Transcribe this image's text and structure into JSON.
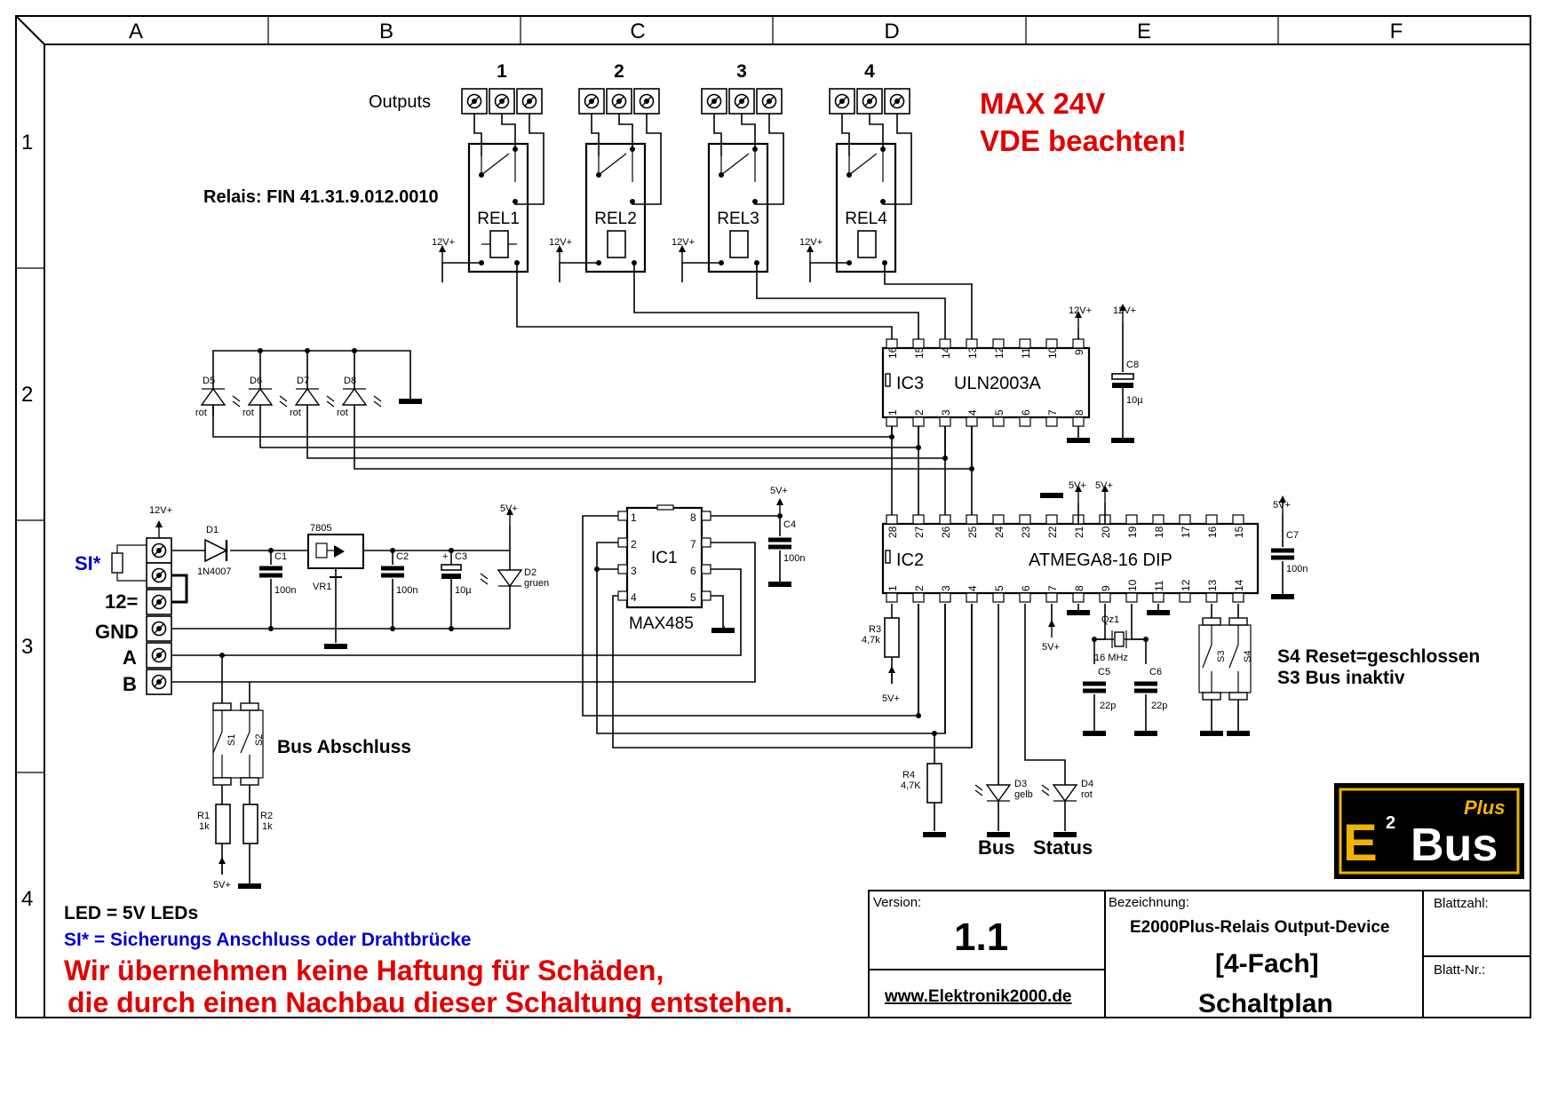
{
  "frame": {
    "columns": [
      "A",
      "B",
      "C",
      "D",
      "E",
      "F"
    ],
    "rows": [
      "1",
      "2",
      "3",
      "4"
    ]
  },
  "outputs": {
    "label": "Outputs",
    "numbers": [
      "1",
      "2",
      "3",
      "4"
    ]
  },
  "warning": {
    "line1": "MAX 24V",
    "line2": "VDE beachten!",
    "color": "#e00000"
  },
  "relays": {
    "part_note": "Relais: FIN 41.31.9.012.0010",
    "names": [
      "REL1",
      "REL2",
      "REL3",
      "REL4"
    ],
    "supply": "12V+"
  },
  "ic3": {
    "ref": "IC3",
    "part": "ULN2003A",
    "top_pins": [
      "16",
      "15",
      "14",
      "13",
      "12",
      "11",
      "10",
      "9"
    ],
    "bottom_pins": [
      "1",
      "2",
      "3",
      "4",
      "5",
      "6",
      "7",
      "8"
    ]
  },
  "ic2": {
    "ref": "IC2",
    "part": "ATMEGA8-16 DIP",
    "top_pins": [
      "28",
      "27",
      "26",
      "25",
      "24",
      "23",
      "22",
      "21",
      "20",
      "19",
      "18",
      "17",
      "16",
      "15"
    ],
    "bottom_pins": [
      "1",
      "2",
      "3",
      "4",
      "5",
      "6",
      "7",
      "8",
      "9",
      "10",
      "11",
      "12",
      "13",
      "14"
    ]
  },
  "ic1": {
    "ref": "IC1",
    "part": "MAX485",
    "left_pins": [
      "1",
      "2",
      "3",
      "4"
    ],
    "right_pins": [
      "8",
      "7",
      "6",
      "5"
    ]
  },
  "leds_top": {
    "names": [
      "D5",
      "D6",
      "D7",
      "D8"
    ],
    "color_label": "rot"
  },
  "power": {
    "d1": "D1",
    "d1_part": "1N4007",
    "vreg": "7805",
    "vreg_ref": "VR1",
    "c1": "C1",
    "c1_val": "100n",
    "c2": "C2",
    "c2_val": "100n",
    "c3": "C3",
    "c3_val": "10µ",
    "d2": "D2",
    "d2_color": "gruen",
    "c4": "C4",
    "c4_val": "100n",
    "c7": "C7",
    "c7_val": "100n",
    "c8": "C8",
    "c8_val": "10µ",
    "v12": "12V+",
    "v5": "5V+"
  },
  "connector": {
    "si": "SI*",
    "v12": "12=",
    "gnd": "GND",
    "a": "A",
    "b": "B"
  },
  "bus_term": {
    "s1": "S1",
    "s2": "S2",
    "label": "Bus Abschluss",
    "r1": "R1",
    "r1_val": "1k",
    "r2": "R2",
    "r2_val": "1k",
    "v5": "5V+"
  },
  "reset_section": {
    "r3": "R3",
    "r3_val": "4,7k",
    "r4": "R4",
    "r4_val": "4,7K",
    "qz": "Qz1",
    "qz_val": "16 MHz",
    "c5": "C5",
    "c5_val": "22p",
    "c6": "C6",
    "c6_val": "22p",
    "s3": "S3",
    "s4": "S4",
    "note1": "S4 Reset=geschlossen",
    "note2": "S3 Bus inaktiv"
  },
  "status_leds": {
    "d3": "D3",
    "d3_color": "gelb",
    "d4": "D4",
    "d4_color": "rot",
    "bus": "Bus",
    "status": "Status"
  },
  "notes": {
    "led": "LED = 5V LEDs",
    "si": "SI* = Sicherungs Anschluss oder Drahtbrücke",
    "disclaimer1": "Wir übernehmen keine Haftung für Schäden,",
    "disclaimer2": "die durch einen Nachbau dieser Schaltung entstehen.",
    "si_color": "#0000cc",
    "disclaimer_color": "#e00000"
  },
  "title_block": {
    "version_label": "Version:",
    "version": "1.1",
    "website": "www.Elektronik2000.de",
    "bez_label": "Bezeichnung:",
    "device": "E2000Plus-Relais Output-Device",
    "variant": "[4-Fach]",
    "doc": "Schaltplan",
    "blattzahl": "Blattzahl:",
    "blattnr": "Blatt-Nr.:"
  },
  "logo": {
    "e": "E",
    "sup": "2",
    "bus": "Bus",
    "plus": "Plus",
    "accent": "#f0b400"
  }
}
